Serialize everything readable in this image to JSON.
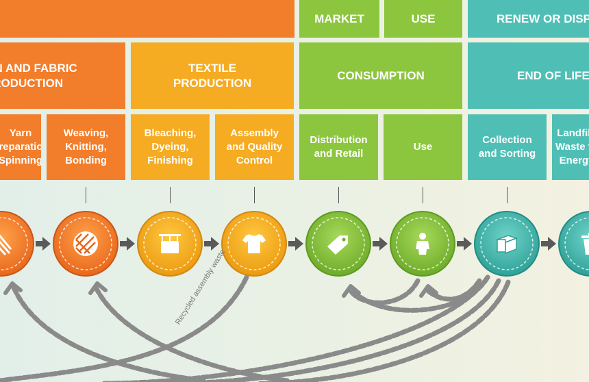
{
  "phases": {
    "market": "MARKET",
    "use": "USE",
    "renew": "RENEW OR DISPOSE"
  },
  "stages": {
    "yarn_fabric": "YARN AND FABRIC PRODUCTION",
    "textile": "TEXTILE PRODUCTION",
    "consumption": "CONSUMPTION",
    "end_of_life": "END OF LIFE"
  },
  "steps": {
    "yarn_prep": "Yarn Preparation (Spinning)",
    "weaving": "Weaving, Knitting, Bonding",
    "bleaching": "Bleaching, Dyeing, Finishing",
    "assembly": "Assembly and Quality Control",
    "distribution": "Distribution and Retail",
    "use": "Use",
    "collection": "Collection and Sorting",
    "landfill": "Landfill, Waste to Energy"
  },
  "icons": [
    "yarn-spool-icon",
    "woven-fabric-icon",
    "dye-bath-icon",
    "tshirt-icon",
    "price-tag-icon",
    "person-icon",
    "stacked-clothes-icon",
    "trash-bin-icon"
  ],
  "annotation": "Recycled assembly waste",
  "colors": {
    "orange": "#f27d2a",
    "amber": "#f5ab22",
    "green": "#8cc63f",
    "teal": "#4fbfb5",
    "arrow_gray": "#555555"
  }
}
